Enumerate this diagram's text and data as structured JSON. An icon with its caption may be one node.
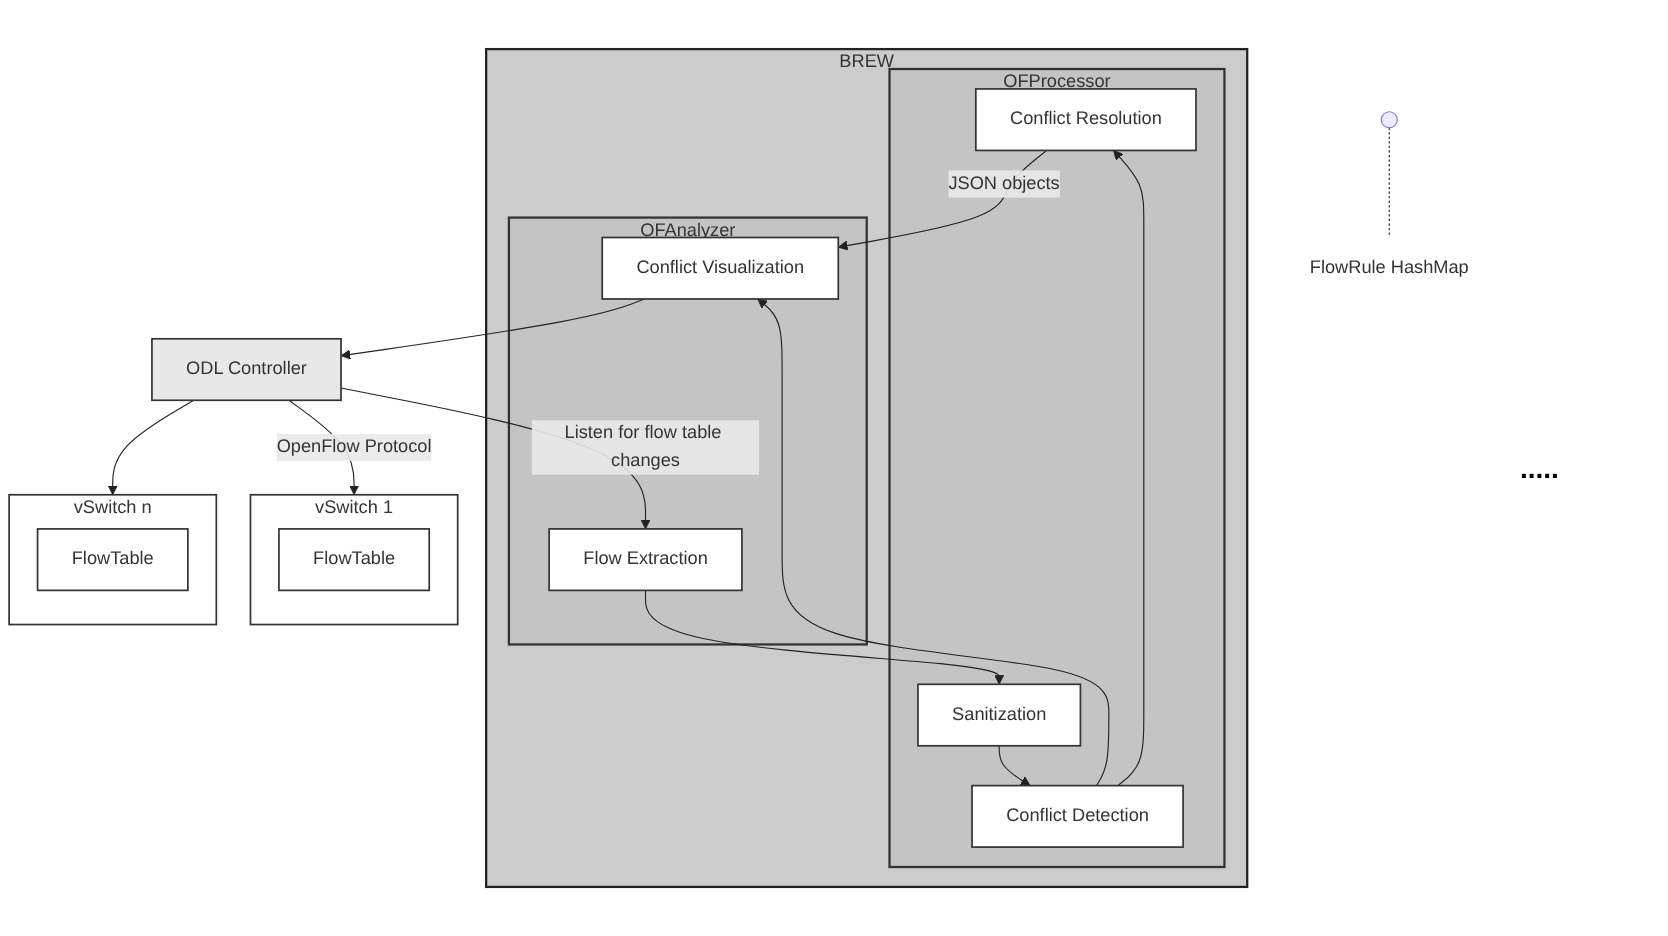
{
  "diagram": {
    "nodes": [
      {
        "text": [
          "BREW"
        ]
      },
      {
        "text": [
          "OFProcessor"
        ],
        "in": 0
      },
      {
        "text": [
          "Conflict Resolution"
        ],
        "in": 1
      },
      {
        "text": [
          "Conflict Detection"
        ],
        "in": 1
      },
      {
        "text": [
          "Sanitization"
        ],
        "in": 1
      },
      {
        "text": [
          "OFAnalyzer"
        ],
        "in": 0
      },
      {
        "text": [
          "Conflict Visualization"
        ],
        "in": 5
      },
      {
        "text": [
          "Flow Extraction"
        ],
        "in": 5
      },
      {
        "text": [
          "FlowRule HashMap"
        ]
      },
      {
        "text": [
          "ODL Controller"
        ]
      },
      {
        "text": [
          "vSwitch 1"
        ]
      },
      {
        "text": [
          "FlowTable"
        ],
        "in": 10
      },
      {
        "text": [
          "vSwitch n"
        ]
      },
      {
        "text": [
          "FlowTable"
        ],
        "in": 12
      }
    ],
    "edges": [
      {
        "from": 2,
        "to": 6,
        "arrow": "to",
        "label": "JSON objects"
      },
      {
        "from": 3,
        "to": 6,
        "arrow": "to"
      },
      {
        "from": 4,
        "to": 3,
        "arrow": "to"
      },
      {
        "from": 3,
        "to": 2,
        "arrow": "to"
      },
      {
        "from": 7,
        "to": 4,
        "arrow": "to"
      },
      {
        "from": null,
        "to": 8,
        "arrow": "none",
        "style": "dashed"
      },
      {
        "from": 6,
        "to": 9,
        "arrow": "to"
      },
      {
        "from": 9,
        "to": 7,
        "arrow": "to",
        "label": "Listen for flow table changes"
      },
      {
        "from": 9,
        "to": 10,
        "arrow": "to",
        "label": "OpenFlow Protocol"
      },
      {
        "from": 9,
        "to": 12,
        "arrow": "to"
      }
    ],
    "labels": [
      "....."
    ]
  }
}
